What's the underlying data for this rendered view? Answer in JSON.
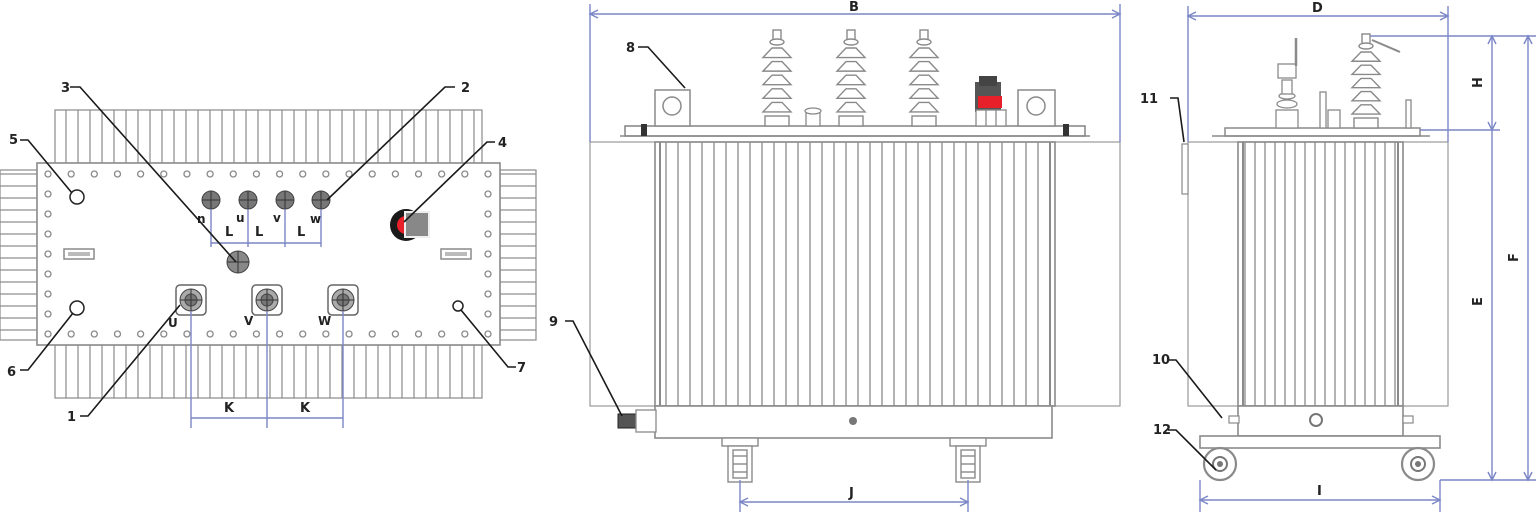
{
  "colors": {
    "outline": "#8a8a8a",
    "fill": "#ffffff",
    "dimension": "#7b86c6",
    "leader": "#1a1a1a",
    "accent_red": "#e8202a",
    "dark_gray": "#555555"
  },
  "top_view": {
    "callouts": [
      {
        "id": "1",
        "label": "1"
      },
      {
        "id": "2",
        "label": "2"
      },
      {
        "id": "3",
        "label": "3"
      },
      {
        "id": "4",
        "label": "4"
      },
      {
        "id": "5",
        "label": "5"
      },
      {
        "id": "6",
        "label": "6"
      },
      {
        "id": "7",
        "label": "7"
      }
    ],
    "lv_terminals": [
      "n",
      "u",
      "v",
      "w"
    ],
    "hv_terminals": [
      "U",
      "V",
      "W"
    ],
    "dimensions": {
      "lv_spacing": "L",
      "hv_spacing": "K"
    }
  },
  "front_view": {
    "callouts": [
      {
        "id": "8",
        "label": "8"
      },
      {
        "id": "9",
        "label": "9"
      }
    ],
    "dimensions": {
      "width": "B",
      "wheel_spacing": "J"
    }
  },
  "side_view": {
    "callouts": [
      {
        "id": "10",
        "label": "10"
      },
      {
        "id": "11",
        "label": "11"
      },
      {
        "id": "12",
        "label": "12"
      }
    ],
    "dimensions": {
      "depth": "D",
      "bushing_height": "H",
      "tank_height": "E",
      "total_height": "F",
      "wheel_track": "I"
    }
  }
}
